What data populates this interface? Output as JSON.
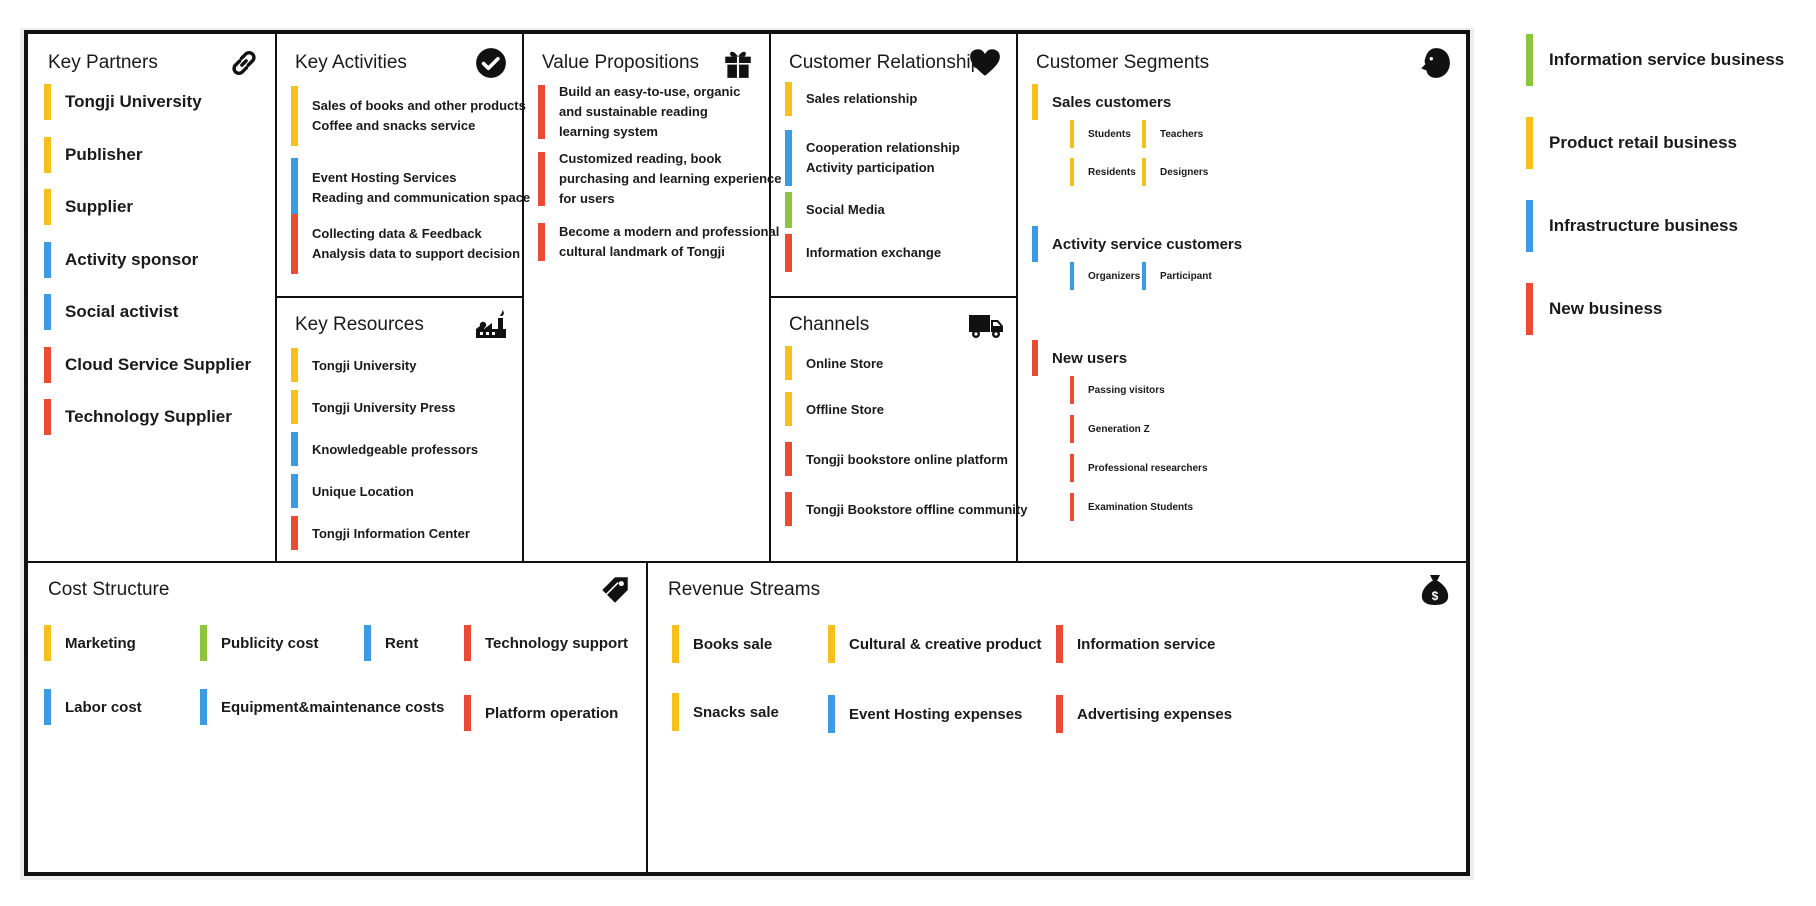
{
  "colors": {
    "green": "#8cc63f",
    "yellow": "#f7c01b",
    "blue": "#3b9be3",
    "red": "#ea4b32"
  },
  "legend": [
    {
      "label": "Information service business",
      "color": "green"
    },
    {
      "label": "Product retail business",
      "color": "yellow"
    },
    {
      "label": "Infrastructure business",
      "color": "blue"
    },
    {
      "label": "New business",
      "color": "red"
    }
  ],
  "sections": {
    "key_partners": {
      "title": "Key Partners",
      "icon": "link-icon",
      "items": [
        {
          "label": "Tongji University",
          "color": "yellow"
        },
        {
          "label": "Publisher",
          "color": "yellow"
        },
        {
          "label": "Supplier",
          "color": "yellow"
        },
        {
          "label": "Activity sponsor",
          "color": "blue"
        },
        {
          "label": "Social activist",
          "color": "blue"
        },
        {
          "label": "Cloud Service Supplier",
          "color": "red"
        },
        {
          "label": "Technology Supplier",
          "color": "red"
        }
      ]
    },
    "key_activities": {
      "title": "Key Activities",
      "icon": "check-circle-icon",
      "groups": [
        {
          "lines": [
            "Sales of books and other products",
            "Coffee and snacks service"
          ],
          "color": "yellow"
        },
        {
          "lines": [
            "Event Hosting Services",
            "Reading and communication space"
          ],
          "color": "blue"
        },
        {
          "lines": [
            "Collecting data & Feedback",
            "Analysis data to support decision"
          ],
          "color": "red"
        }
      ]
    },
    "key_resources": {
      "title": "Key Resources",
      "icon": "factory-icon",
      "items": [
        {
          "label": "Tongji University",
          "color": "yellow"
        },
        {
          "label": "Tongji University Press",
          "color": "yellow"
        },
        {
          "label": "Knowledgeable professors",
          "color": "blue"
        },
        {
          "label": "Unique Location",
          "color": "blue"
        },
        {
          "label": "Tongji Information Center",
          "color": "red"
        }
      ]
    },
    "value_propositions": {
      "title": "Value Propositions",
      "icon": "gift-icon",
      "items": [
        {
          "lines": [
            "Build an easy-to-use, organic",
            "and sustainable reading",
            "learning system"
          ],
          "color": "red"
        },
        {
          "lines": [
            "Customized reading, book",
            "purchasing and learning experience",
            "for users"
          ],
          "color": "red"
        },
        {
          "lines": [
            "Become a modern and professional",
            "cultural landmark of Tongji"
          ],
          "color": "red"
        }
      ]
    },
    "customer_relationships": {
      "title": "Customer Relationships",
      "icon": "heart-icon",
      "items": [
        {
          "lines": [
            "Sales relationship"
          ],
          "color": "yellow"
        },
        {
          "lines": [
            "Cooperation relationship",
            "Activity participation"
          ],
          "color": "blue"
        },
        {
          "lines": [
            "Social Media"
          ],
          "color": "green"
        },
        {
          "lines": [
            "Information exchange"
          ],
          "color": "red"
        }
      ]
    },
    "channels": {
      "title": "Channels",
      "icon": "truck-icon",
      "items": [
        {
          "label": "Online Store",
          "color": "yellow"
        },
        {
          "label": "Offline Store",
          "color": "yellow"
        },
        {
          "label": "Tongji bookstore online platform",
          "color": "red"
        },
        {
          "label": "Tongji Bookstore offline community",
          "color": "red"
        }
      ]
    },
    "customer_segments": {
      "title": "Customer Segments",
      "icon": "face-icon",
      "groups": [
        {
          "label": "Sales customers",
          "color": "yellow",
          "subs": [
            {
              "label": "Students",
              "color": "yellow"
            },
            {
              "label": "Teachers",
              "color": "yellow"
            },
            {
              "label": "Residents",
              "color": "yellow"
            },
            {
              "label": "Designers",
              "color": "yellow"
            }
          ]
        },
        {
          "label": "Activity service customers",
          "color": "blue",
          "subs": [
            {
              "label": "Organizers",
              "color": "blue"
            },
            {
              "label": "Participant",
              "color": "blue"
            }
          ]
        },
        {
          "label": "New users",
          "color": "red",
          "subs": [
            {
              "label": "Passing visitors",
              "color": "red"
            },
            {
              "label": "Generation Z",
              "color": "red"
            },
            {
              "label": "Professional researchers",
              "color": "red"
            },
            {
              "label": "Examination Students",
              "color": "red"
            }
          ]
        }
      ]
    },
    "cost_structure": {
      "title": "Cost Structure",
      "icon": "tag-icon",
      "items": [
        {
          "label": "Marketing",
          "color": "yellow"
        },
        {
          "label": "Publicity cost",
          "color": "green"
        },
        {
          "label": "Rent",
          "color": "blue"
        },
        {
          "label": "Technology support",
          "color": "red"
        },
        {
          "label": "Labor cost",
          "color": "blue"
        },
        {
          "label": "Equipment&maintenance costs",
          "color": "blue"
        },
        {
          "label": "Platform operation",
          "color": "red"
        }
      ]
    },
    "revenue_streams": {
      "title": "Revenue Streams",
      "icon": "money-bag-icon",
      "items": [
        {
          "label": "Books sale",
          "color": "yellow"
        },
        {
          "label": "Cultural & creative product",
          "color": "yellow"
        },
        {
          "label": "Information service",
          "color": "red"
        },
        {
          "label": "Snacks sale",
          "color": "yellow"
        },
        {
          "label": "Event Hosting expenses",
          "color": "blue"
        },
        {
          "label": "Advertising expenses",
          "color": "red"
        }
      ]
    }
  }
}
